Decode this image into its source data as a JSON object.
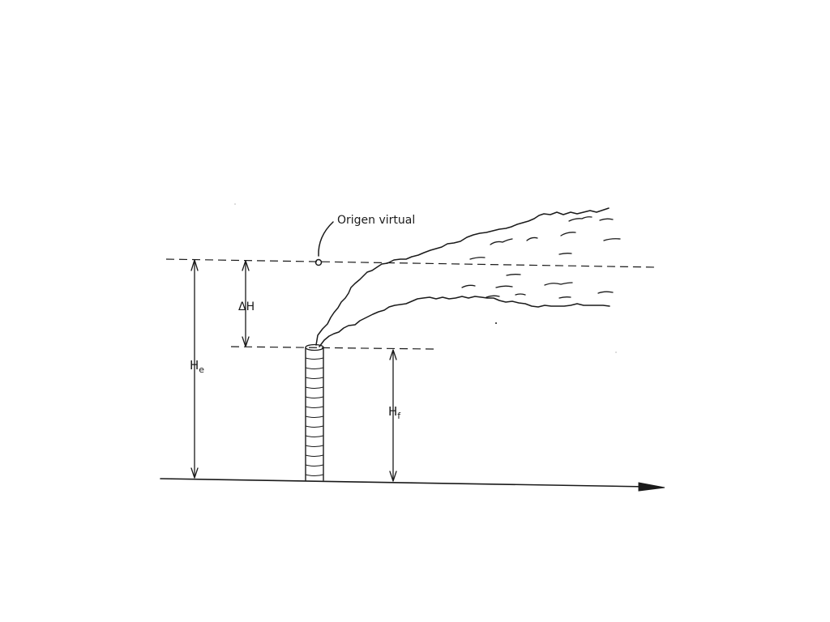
{
  "labels": {
    "virtual_origin": "Origen virtual",
    "delta_h_symbol": "ΔH",
    "he_main": "H",
    "he_sub": "e",
    "hf_main": "H",
    "hf_sub": "f"
  },
  "colors": {
    "ink": "#1a1a1a",
    "background": "#ffffff"
  }
}
